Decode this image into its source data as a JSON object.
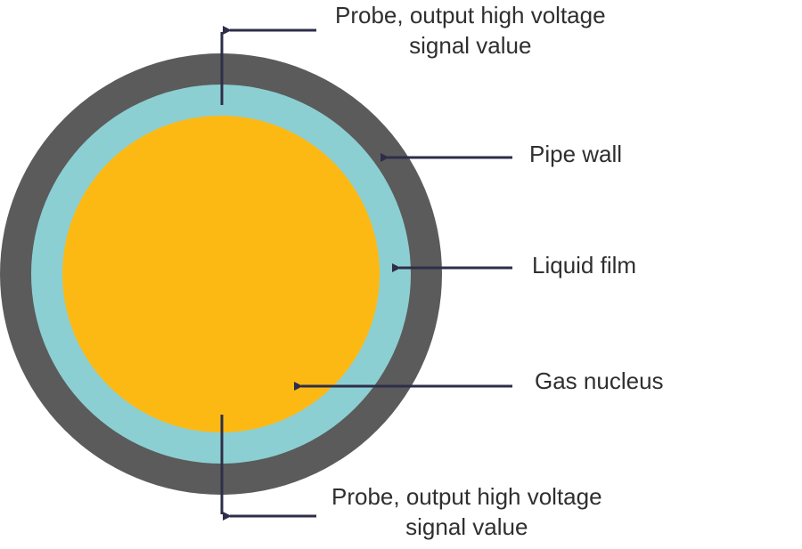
{
  "diagram": {
    "labels": {
      "probe_top": {
        "line1": "Probe, output high voltage",
        "line2": "signal value"
      },
      "pipe_wall": "Pipe wall",
      "liquid_film": "Liquid film",
      "gas_nucleus": "Gas nucleus",
      "probe_bottom": {
        "line1": "Probe, output high voltage",
        "line2": "signal value"
      }
    },
    "colors": {
      "pipe_wall": "#5b5b5b",
      "liquid_film": "#8ccfd2",
      "gas_nucleus": "#fdb913",
      "arrow": "#2e2e4a",
      "text": "#2f2f2f"
    }
  }
}
